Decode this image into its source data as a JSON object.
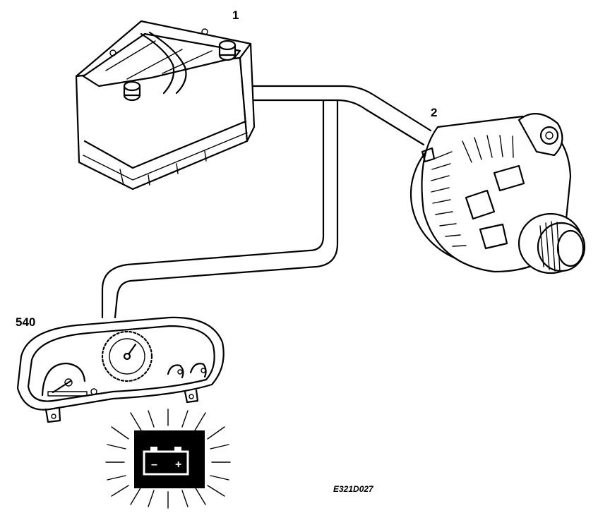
{
  "labels": {
    "battery": "1",
    "alternator": "2",
    "instrument_cluster": "540",
    "figure_ref": "E321D027"
  },
  "warning_lamp": {
    "symbol": "battery-charge-warning-icon",
    "minus": "–",
    "plus": "+"
  },
  "colors": {
    "line": "#000000",
    "background": "#ffffff"
  }
}
